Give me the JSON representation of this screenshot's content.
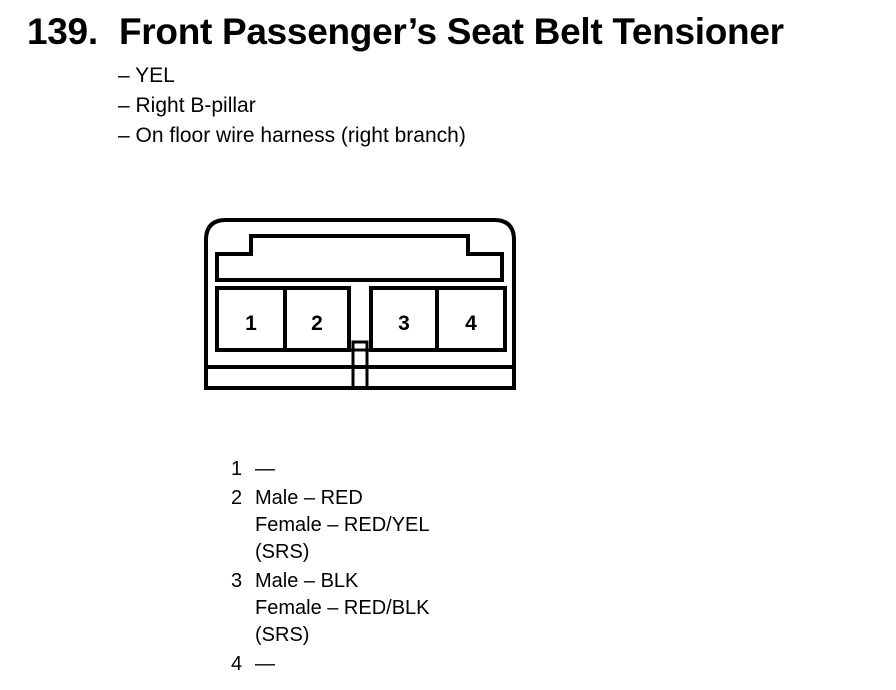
{
  "title": {
    "number": "139.",
    "text": "Front Passenger’s Seat Belt Tensioner"
  },
  "details": [
    "– YEL",
    "– Right B-pillar",
    "– On floor wire harness (right branch)"
  ],
  "connector": {
    "cavities": [
      "1",
      "2",
      "3",
      "4"
    ]
  },
  "pins": [
    {
      "number": "1",
      "lines": [
        "—"
      ]
    },
    {
      "number": "2",
      "lines": [
        "Male – RED",
        "Female – RED/YEL",
        "(SRS)"
      ]
    },
    {
      "number": "3",
      "lines": [
        "Male – BLK",
        "Female – RED/BLK",
        "(SRS)"
      ]
    },
    {
      "number": "4",
      "lines": [
        "—"
      ]
    }
  ]
}
